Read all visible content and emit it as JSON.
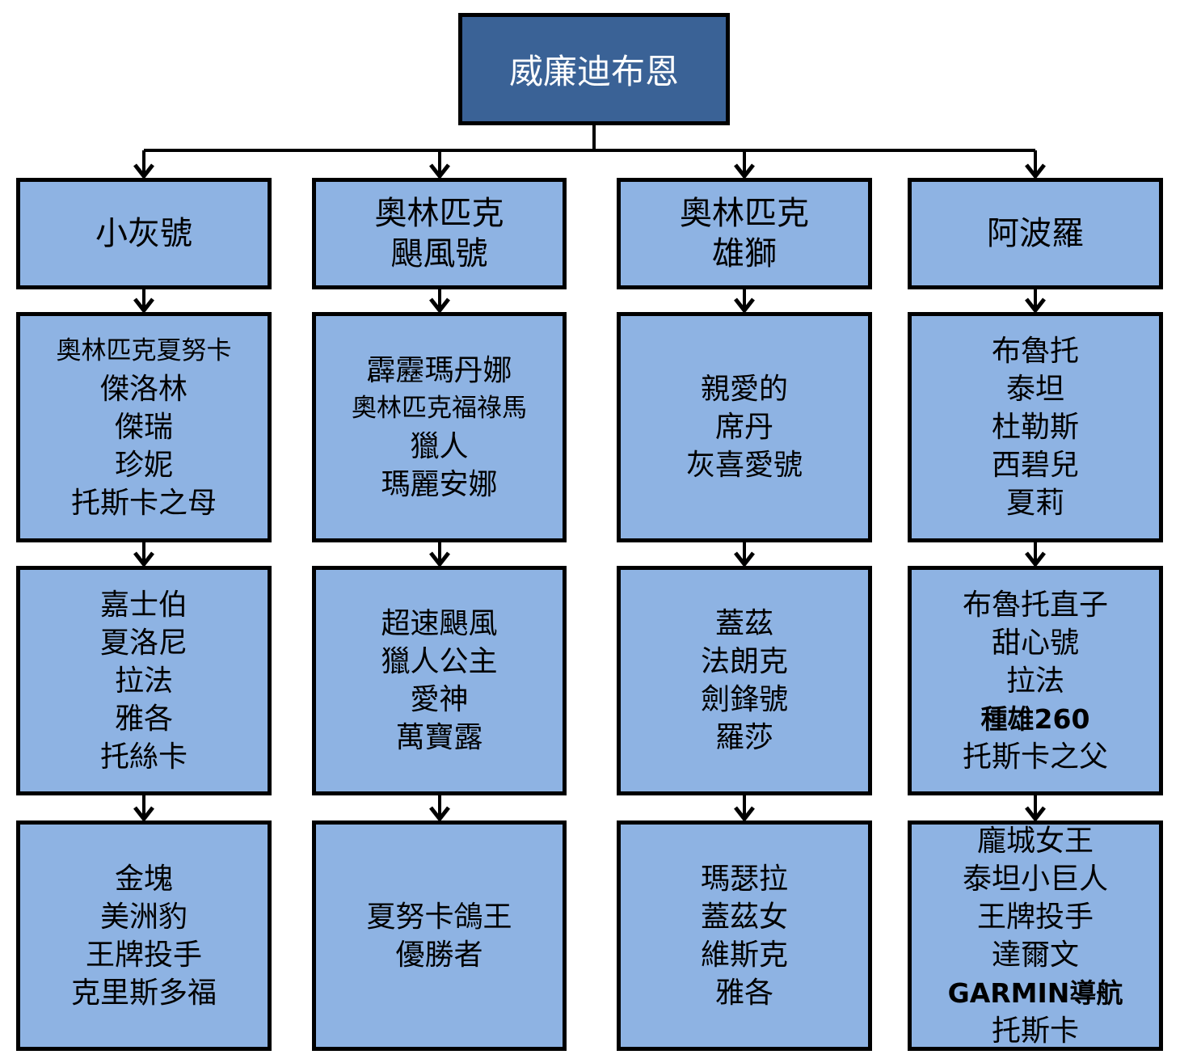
{
  "root": {
    "label": "威廉迪布恩"
  },
  "columns": [
    {
      "title": [
        "小灰號"
      ],
      "groups": [
        [
          "奧林匹克夏努卡",
          "傑洛林",
          "傑瑞",
          "珍妮",
          "托斯卡之母"
        ],
        [
          "嘉士伯",
          "夏洛尼",
          "拉法",
          "雅各",
          "托絲卡"
        ],
        [
          "金塊",
          "美洲豹",
          "王牌投手",
          "克里斯多福"
        ]
      ]
    },
    {
      "title": [
        "奧林匹克",
        "颶風號"
      ],
      "groups": [
        [
          "霹靂瑪丹娜",
          "奧林匹克福祿馬",
          "獵人",
          "瑪麗安娜"
        ],
        [
          "超速颶風",
          "獵人公主",
          "愛神",
          "萬寶露"
        ],
        [
          "夏努卡鴿王",
          "優勝者"
        ]
      ]
    },
    {
      "title": [
        "奧林匹克",
        "雄獅"
      ],
      "groups": [
        [
          "親愛的",
          "席丹",
          "灰喜愛號"
        ],
        [
          "蓋茲",
          "法朗克",
          "劍鋒號",
          "羅莎"
        ],
        [
          "瑪瑟拉",
          "蓋茲女",
          "維斯克",
          "雅各"
        ]
      ]
    },
    {
      "title": [
        "阿波羅"
      ],
      "groups": [
        [
          "布魯托",
          "泰坦",
          "杜勒斯",
          "西碧兒",
          "夏莉"
        ],
        [
          "布魯托直子",
          "甜心號",
          "拉法",
          "種雄260",
          "托斯卡之父"
        ],
        [
          "龐城女王",
          "泰坦小巨人",
          "王牌投手",
          "達爾文",
          "GARMIN導航",
          "托斯卡"
        ]
      ]
    }
  ],
  "colors": {
    "root_fill": "#3a6296",
    "box_fill": "#8eb3e3",
    "border": "#000000"
  }
}
